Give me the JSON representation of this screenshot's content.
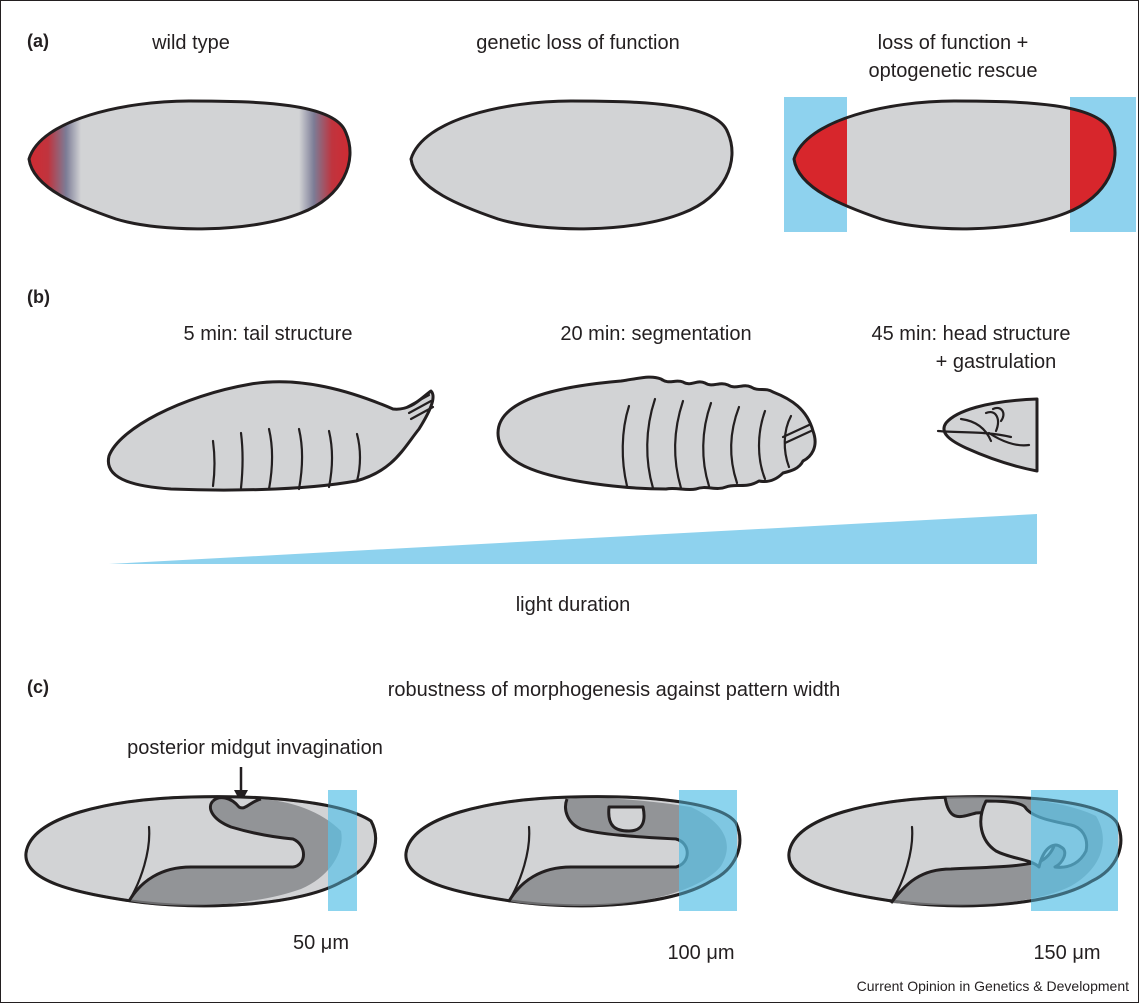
{
  "figure": {
    "credit": "Current Opinion in Genetics & Development",
    "colors": {
      "embryo": "#d2d3d5",
      "tissue": "#929497",
      "outline": "#231f20",
      "light": "#5bc2e7",
      "activity": "#d7262c"
    }
  },
  "panel_a": {
    "tag": "(a)",
    "conditions": [
      "wild type",
      "genetic loss of function",
      "loss of function +",
      "optogenetic rescue"
    ]
  },
  "panel_b": {
    "tag": "(b)",
    "outcomes": [
      "5 min: tail structure",
      "20 min: segmentation",
      "45 min: head structure",
      "+ gastrulation"
    ],
    "axis_label": "light duration"
  },
  "panel_c": {
    "tag": "(c)",
    "title": "robustness of morphogenesis against pattern width",
    "annotation": "posterior midgut invagination",
    "widths": [
      "50 μm",
      "100 μm",
      "150 μm"
    ]
  }
}
